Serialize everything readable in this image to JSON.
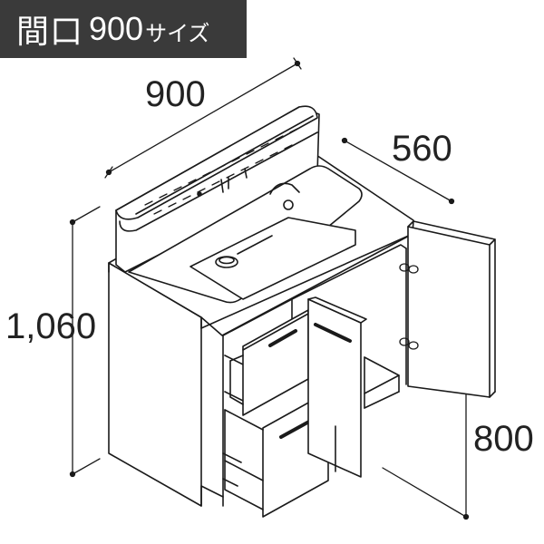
{
  "header": {
    "label": "間口",
    "size_value": "900",
    "size_unit": "サイズ"
  },
  "dimensions": {
    "width": "900",
    "depth": "560",
    "height": "1,060",
    "counter_height": "800"
  },
  "colors": {
    "badge_background": "#3a3a3a",
    "badge_text": "#ffffff",
    "line": "#1a1a1a"
  }
}
